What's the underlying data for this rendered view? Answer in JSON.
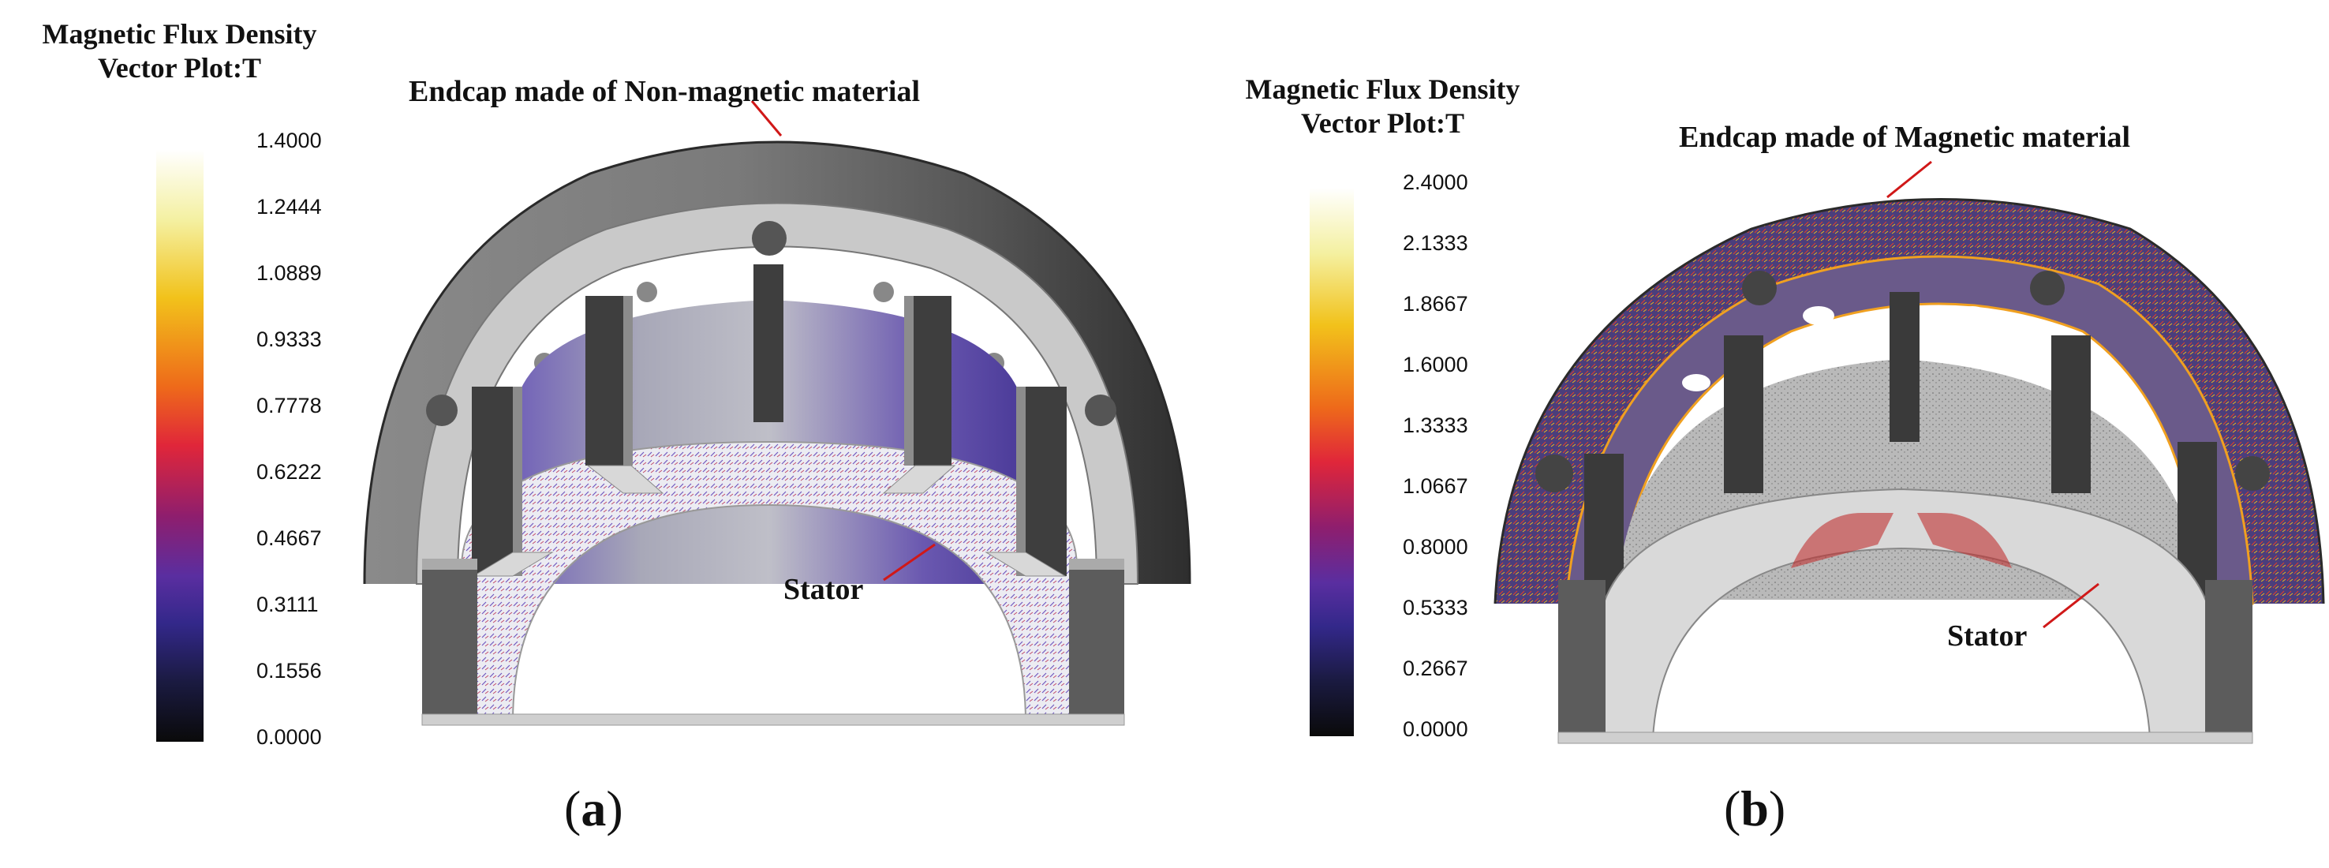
{
  "panel_a": {
    "legend_title_line1": "Magnetic Flux Density",
    "legend_title_line2": "Vector Plot:T",
    "ticks": [
      "1.4000",
      "1.2444",
      "1.0889",
      "0.9333",
      "0.7778",
      "0.6222",
      "0.4667",
      "0.3111",
      "0.1556",
      "0.0000"
    ],
    "endcap_label": "Endcap made of Non-magnetic material",
    "stator_label": "Stator",
    "caption": "a"
  },
  "panel_b": {
    "legend_title_line1": "Magnetic Flux Density",
    "legend_title_line2": "Vector Plot:T",
    "ticks": [
      "2.4000",
      "2.1333",
      "1.8667",
      "1.6000",
      "1.3333",
      "1.0667",
      "0.8000",
      "0.5333",
      "0.2667",
      "0.0000"
    ],
    "endcap_label": "Endcap made of Magnetic material",
    "stator_label": "Stator",
    "caption": "b"
  },
  "colors": {
    "colormap": [
      "#ffffff",
      "#f4f0a0",
      "#f2c21b",
      "#ee6a1a",
      "#e0263a",
      "#8e1e6e",
      "#5a2ea0",
      "#33288a",
      "#1a1a40",
      "#0a0a0a"
    ],
    "leader_line": "#d01818",
    "endcap_dark": "#3c3c3c",
    "endcap_light": "#b8b8b8",
    "stator": "#dcdcdc"
  }
}
